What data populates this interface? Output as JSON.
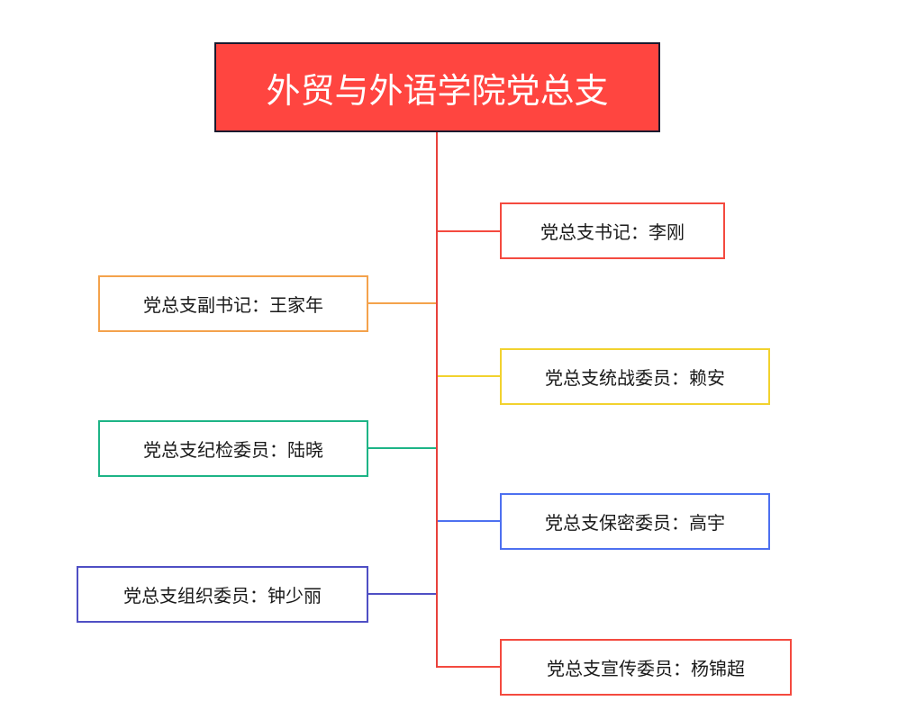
{
  "diagram": {
    "root": {
      "label": "外贸与外语学院党总支",
      "color": "#ff4540"
    },
    "trunk_color": "#e8413c",
    "nodes": [
      {
        "id": "secretary",
        "label": "党总支书记：李刚",
        "color": "#f44a3f",
        "side": "right"
      },
      {
        "id": "deputy-secretary",
        "label": "党总支副书记：王家年",
        "color": "#f4a24c",
        "side": "left"
      },
      {
        "id": "united-front",
        "label": "党总支统战委员：赖安",
        "color": "#f2d22e",
        "side": "right"
      },
      {
        "id": "discipline",
        "label": "党总支纪检委员：陆晓",
        "color": "#1db486",
        "side": "left"
      },
      {
        "id": "confidential",
        "label": "党总支保密委员：高宇",
        "color": "#4d70f0",
        "side": "right"
      },
      {
        "id": "organization",
        "label": "党总支组织委员：钟少丽",
        "color": "#4f4fc4",
        "side": "left"
      },
      {
        "id": "publicity",
        "label": "党总支宣传委员：杨锦超",
        "color": "#f44a3f",
        "side": "right"
      }
    ]
  }
}
